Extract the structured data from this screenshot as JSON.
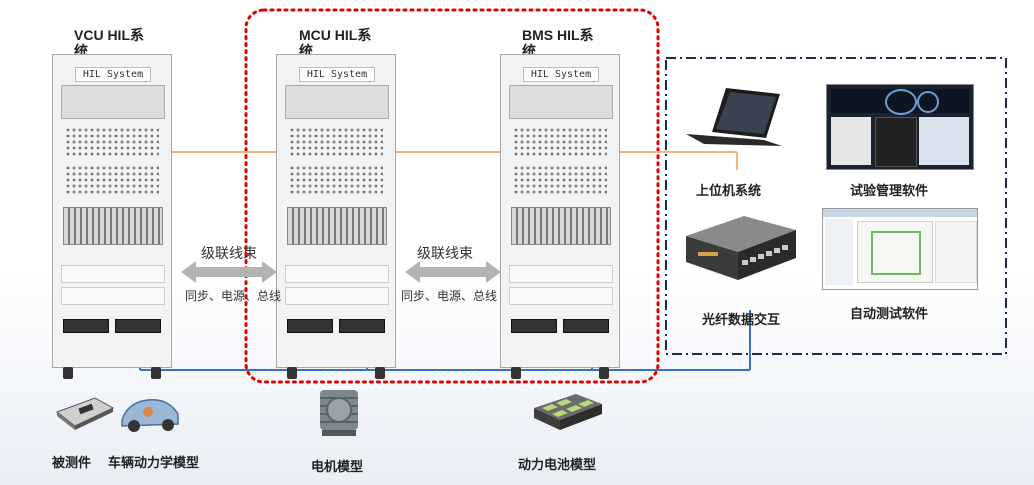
{
  "cabinets": [
    {
      "title": "VCU HIL系统",
      "panel_label": "HIL System"
    },
    {
      "title": "MCU HIL系统",
      "panel_label": "HIL System"
    },
    {
      "title": "BMS HIL系统",
      "panel_label": "HIL System"
    }
  ],
  "connections": [
    {
      "title": "级联线束",
      "subtitle": "同步、电源、总线"
    },
    {
      "title": "级联线束",
      "subtitle": "同步、电源、总线"
    }
  ],
  "right_panel": {
    "host": "上位机系统",
    "test_mgmt": "试验管理软件",
    "fiber": "光纤数据交互",
    "auto_test": "自动测试软件"
  },
  "bottom": {
    "dut": "被测件",
    "vehicle": "车辆动力学模型",
    "motor": "电机模型",
    "battery": "动力电池模型"
  },
  "colors": {
    "red_border": "#e00000",
    "navy_border": "#1f2d4d",
    "orange_line": "#f5b27a",
    "blue_line": "#3d6fc2"
  }
}
